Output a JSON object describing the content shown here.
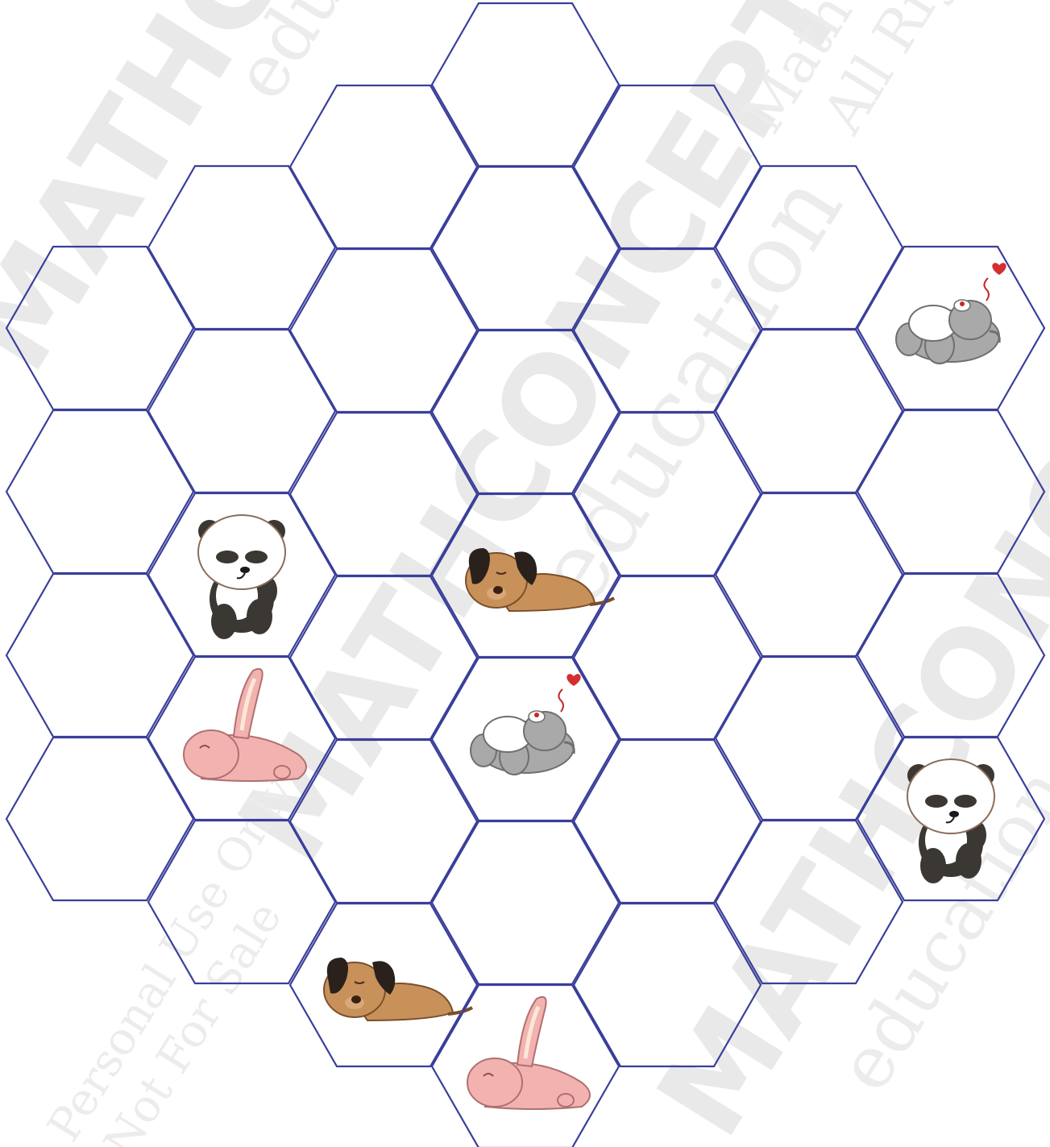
{
  "puzzle": {
    "cells": [
      {
        "col": 0,
        "row": 0,
        "animal": null
      },
      {
        "col": 0,
        "row": 1,
        "animal": null
      },
      {
        "col": 0,
        "row": 2,
        "animal": null
      },
      {
        "col": 0,
        "row": 3,
        "animal": null
      },
      {
        "col": 1,
        "row": 0,
        "animal": null
      },
      {
        "col": 1,
        "row": 1,
        "animal": null
      },
      {
        "col": 1,
        "row": 2,
        "animal": "panda"
      },
      {
        "col": 1,
        "row": 3,
        "animal": "bunny"
      },
      {
        "col": 1,
        "row": 4,
        "animal": null
      },
      {
        "col": 2,
        "row": 0,
        "animal": null
      },
      {
        "col": 2,
        "row": 1,
        "animal": null
      },
      {
        "col": 2,
        "row": 2,
        "animal": null
      },
      {
        "col": 2,
        "row": 3,
        "animal": null
      },
      {
        "col": 2,
        "row": 4,
        "animal": null
      },
      {
        "col": 2,
        "row": 5,
        "animal": "puppy"
      },
      {
        "col": 3,
        "row": 0,
        "animal": null
      },
      {
        "col": 3,
        "row": 1,
        "animal": null
      },
      {
        "col": 3,
        "row": 2,
        "animal": null
      },
      {
        "col": 3,
        "row": 3,
        "animal": "puppy"
      },
      {
        "col": 3,
        "row": 4,
        "animal": "elephant"
      },
      {
        "col": 3,
        "row": 5,
        "animal": null
      },
      {
        "col": 3,
        "row": 6,
        "animal": "bunny"
      },
      {
        "col": 4,
        "row": 0,
        "animal": null
      },
      {
        "col": 4,
        "row": 1,
        "animal": null
      },
      {
        "col": 4,
        "row": 2,
        "animal": null
      },
      {
        "col": 4,
        "row": 3,
        "animal": null
      },
      {
        "col": 4,
        "row": 4,
        "animal": null
      },
      {
        "col": 4,
        "row": 5,
        "animal": null
      },
      {
        "col": 5,
        "row": 0,
        "animal": null
      },
      {
        "col": 5,
        "row": 1,
        "animal": null
      },
      {
        "col": 5,
        "row": 2,
        "animal": null
      },
      {
        "col": 5,
        "row": 3,
        "animal": null
      },
      {
        "col": 5,
        "row": 4,
        "animal": null
      },
      {
        "col": 6,
        "row": 0,
        "animal": "elephant"
      },
      {
        "col": 6,
        "row": 1,
        "animal": null
      },
      {
        "col": 6,
        "row": 2,
        "animal": null
      },
      {
        "col": 6,
        "row": 3,
        "animal": "panda"
      }
    ]
  },
  "colors": {
    "grid_line": "#3a3f9a",
    "panda_black": "#3b3732",
    "puppy_body": "#c8915a",
    "bunny_body": "#f2b3b0",
    "elephant_body": "#a9a9a9"
  },
  "watermark": {
    "brand": "MATHCONCEPT",
    "brand_sub": "education",
    "copyright": "MathConcept education ©",
    "rights": "All Rights Reserved",
    "personal_use": "Personal Use Only",
    "not_for_sale": "Not For Sale"
  }
}
